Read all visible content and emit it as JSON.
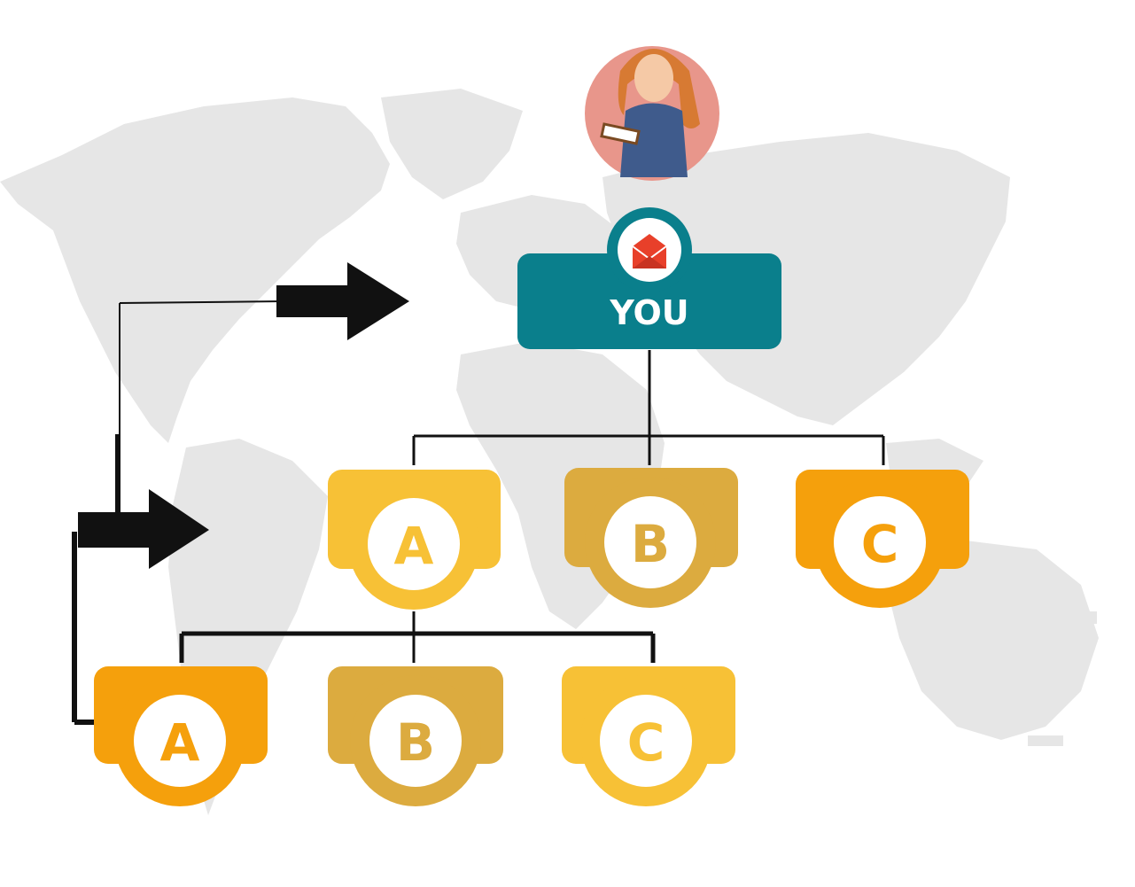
{
  "colors": {
    "map": "#e6e6e6",
    "teal": "#0a7f8c",
    "line": "#111111",
    "gold": "#f7c136",
    "tan": "#dcab3f",
    "orange": "#f5a00c",
    "avatar_bg": "#e8968b",
    "envelope": "#e8402a",
    "white": "#ffffff"
  },
  "root": {
    "label": "YOU",
    "icon": "envelope-icon"
  },
  "avatar": {
    "icon": "businesswoman-avatar"
  },
  "level1": [
    {
      "letter": "A",
      "color": "gold"
    },
    {
      "letter": "B",
      "color": "tan"
    },
    {
      "letter": "C",
      "color": "orange"
    }
  ],
  "level2": [
    {
      "letter": "A",
      "color": "orange"
    },
    {
      "letter": "B",
      "color": "tan"
    },
    {
      "letter": "C",
      "color": "gold"
    }
  ]
}
